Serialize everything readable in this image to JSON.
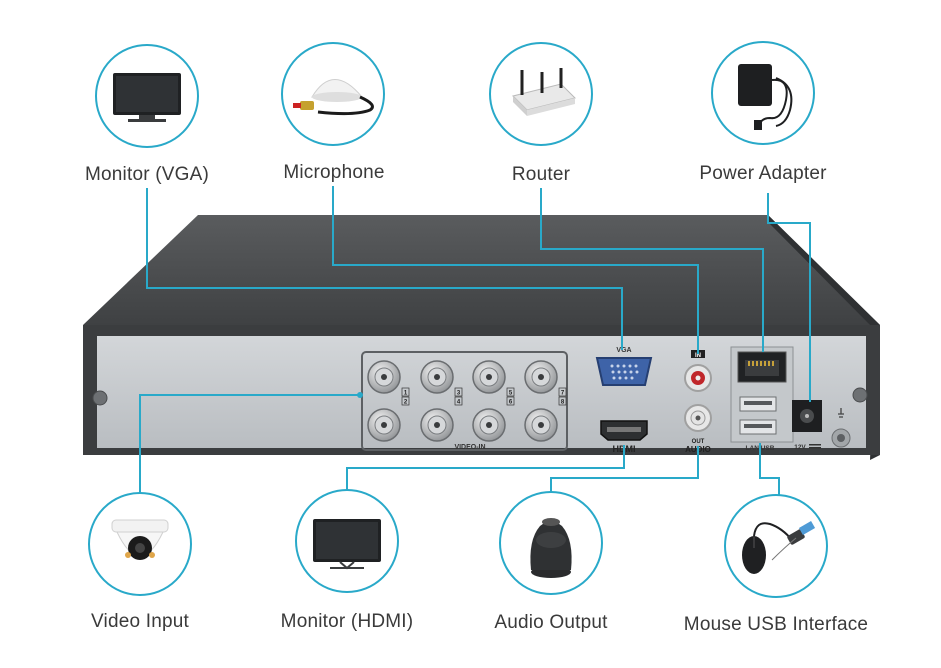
{
  "devices": [
    {
      "id": "monitor-vga",
      "label": "Monitor (VGA)",
      "icon": "monitor-icon"
    },
    {
      "id": "microphone",
      "label": "Microphone",
      "icon": "microphone-icon"
    },
    {
      "id": "router",
      "label": "Router",
      "icon": "router-icon"
    },
    {
      "id": "power-adapter",
      "label": "Power Adapter",
      "icon": "power-adapter-icon"
    },
    {
      "id": "video-input",
      "label": "Video Input",
      "icon": "dome-camera-icon"
    },
    {
      "id": "monitor-hdmi",
      "label": "Monitor (HDMI)",
      "icon": "monitor-icon"
    },
    {
      "id": "audio-output",
      "label": "Audio Output",
      "icon": "speaker-icon"
    },
    {
      "id": "mouse-usb",
      "label": "Mouse USB Interface",
      "icon": "mouse-usb-icon"
    }
  ],
  "panel": {
    "vga": "VGA",
    "video_in": "VIDEO-IN",
    "hdmi": "HDMI",
    "audio": "AUDIO",
    "audio_in": "IN",
    "audio_out": "OUT",
    "lan_usb": "LAN/USB",
    "power": "12V",
    "channels": [
      "1",
      "2",
      "3",
      "4",
      "5",
      "6",
      "7",
      "8"
    ]
  },
  "colors": {
    "accent": "#29a9c9",
    "device_top": "#4e5052",
    "panel": "#c9cccf",
    "label_text": "#3a3a3a"
  }
}
